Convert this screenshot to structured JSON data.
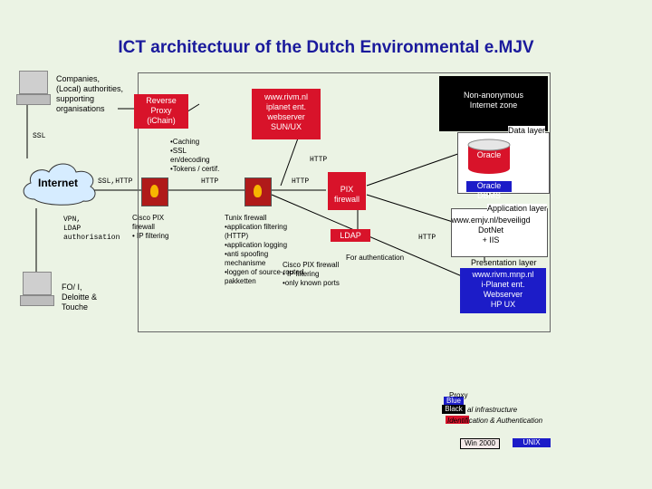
{
  "title": "ICT architectuur of the Dutch Environmental e.MJV",
  "clients": {
    "companies": [
      "Companies,",
      "(Local) authorities,",
      "supporting",
      "organisations"
    ],
    "foi": [
      "FO/ I,",
      "Deloitte &",
      "Touche"
    ]
  },
  "internet": "Internet",
  "vpn": [
    "VPN,",
    "LDAP",
    "authorisation"
  ],
  "reverse_proxy": [
    "Reverse",
    "Proxy",
    "(iChain)"
  ],
  "webserver": [
    "www.rivm.nl",
    "iplanet ent.",
    "webserver",
    "SUN/UX"
  ],
  "non_anon": [
    "Non-anonymous",
    "Internet zone"
  ],
  "data_layer": "Data layer",
  "oracle": "Oracle",
  "oracle_dbms": "Oracle DBMS",
  "application_layer": "Application layer",
  "app_server": [
    "www.emjv.nl/beveiligd",
    "DotNet",
    "+ IIS"
  ],
  "presentation_layer": "Presentation layer",
  "pres_server": [
    "www.rivm.mnp.nl",
    "i-Planet ent.",
    "Webserver",
    "HP UX"
  ],
  "pix_firewall": [
    "PIX",
    "firewall"
  ],
  "ldap": "LDAP",
  "for_auth": "For authentication",
  "notes": {
    "ssl_caching": [
      "•Caching",
      "•SSL",
      "en/decoding",
      "•Tokens / certif."
    ],
    "cisco_pix_left": [
      "Cisco PIX",
      "firewall",
      "• IP filtering"
    ],
    "tunix": [
      "Tunix firewall",
      "•application filtering",
      "(HTTP)",
      "•application logging",
      "•anti spoofing",
      "mechanisme",
      "•loggen of source-routed",
      "pakketten"
    ],
    "cisco_pix_mid": [
      "Cisco PIX firewall",
      "• IP filtering",
      "•only known ports"
    ]
  },
  "proto": {
    "ssl": "SSL",
    "ssl_http": "SSL,HTTP",
    "http1": "HTTP",
    "http2": "HTTP",
    "http3": "HTTP",
    "http4": "HTTP"
  },
  "legend": {
    "blue_label": "Blue",
    "blue_text": "Proxy",
    "black_label": "Black",
    "black_text": "al infrastructure",
    "red_text": "Identification & Authentication",
    "win": "Win 2000",
    "unix": "UNIX"
  },
  "colors": {
    "title": "#1a1a9c",
    "red": "#d8132a",
    "blue": "#1c1cc8",
    "black": "#000000",
    "background": "#ebf3e4"
  }
}
